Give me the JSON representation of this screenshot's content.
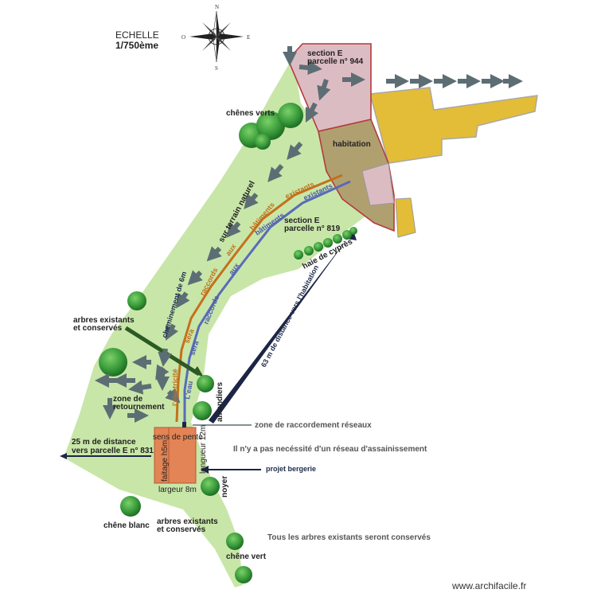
{
  "scale": {
    "title": "ECHELLE",
    "value": "1/750ème"
  },
  "compass": {
    "north": "N",
    "south": "S",
    "east": "E",
    "west": "O"
  },
  "parcels": {
    "p944_section": "section E",
    "p944_number": "parcelle n° 944",
    "habitation": "habitation",
    "p819_section": "section E",
    "p819_number": "parcelle n° 819"
  },
  "labels": {
    "chenes_verts": "chênes verts",
    "sur_terrain": "sur terrain naturel",
    "cheminement": "cheminement de 6m",
    "arbres1_line1": "arbres existants",
    "arbres1_line2": "et conservés",
    "zone_ret_line1": "zone de",
    "zone_ret_line2": "retournement",
    "distance25_line1": "25 m de distance",
    "distance25_line2": "vers parcelle E n° 831",
    "sens_pente": "sens de pente",
    "faitage": "faitage h5m",
    "longueur": "longueur 12m",
    "largeur": "largeur 8m",
    "amandiers": "amandiers",
    "noyer": "noyer",
    "chene_blanc": "chêne blanc",
    "arbres2_line1": "arbres existants",
    "arbres2_line2": "et conservés",
    "chene_vert": "chêne vert",
    "haie": "haie de cyprès",
    "distance63": "63 m de distance vers l'habitation",
    "zone_raccordement": "zone de raccordement réseaux",
    "assainissement": "Il n'y a pas necéssité d'un réseau d'assainissement",
    "projet_bergerie": "projet bergerie",
    "tous_arbres": "Tous les arbres existants seront conservés",
    "credit": "www.archifacile.fr"
  },
  "networks": {
    "elec": [
      "existants",
      "bâtiments",
      "aux",
      "raccords",
      "sera",
      "l'électricité"
    ],
    "water": [
      "existants",
      "bâtiments",
      "aux",
      "raccords",
      "sera",
      "L'eau"
    ]
  },
  "colors": {
    "terrain": "#c8e6a8",
    "parcel944": "#dcbcc3",
    "habitation": "#b0a070",
    "neighbor": "#e3bd38",
    "bergerie": "#e28455",
    "border": "#b33a3a",
    "arrow": "#5c6e74",
    "elec": "#c4701c",
    "water": "#5a6ab8",
    "tree": "#3a9a3a",
    "dark_arrow": "#1d2545"
  }
}
